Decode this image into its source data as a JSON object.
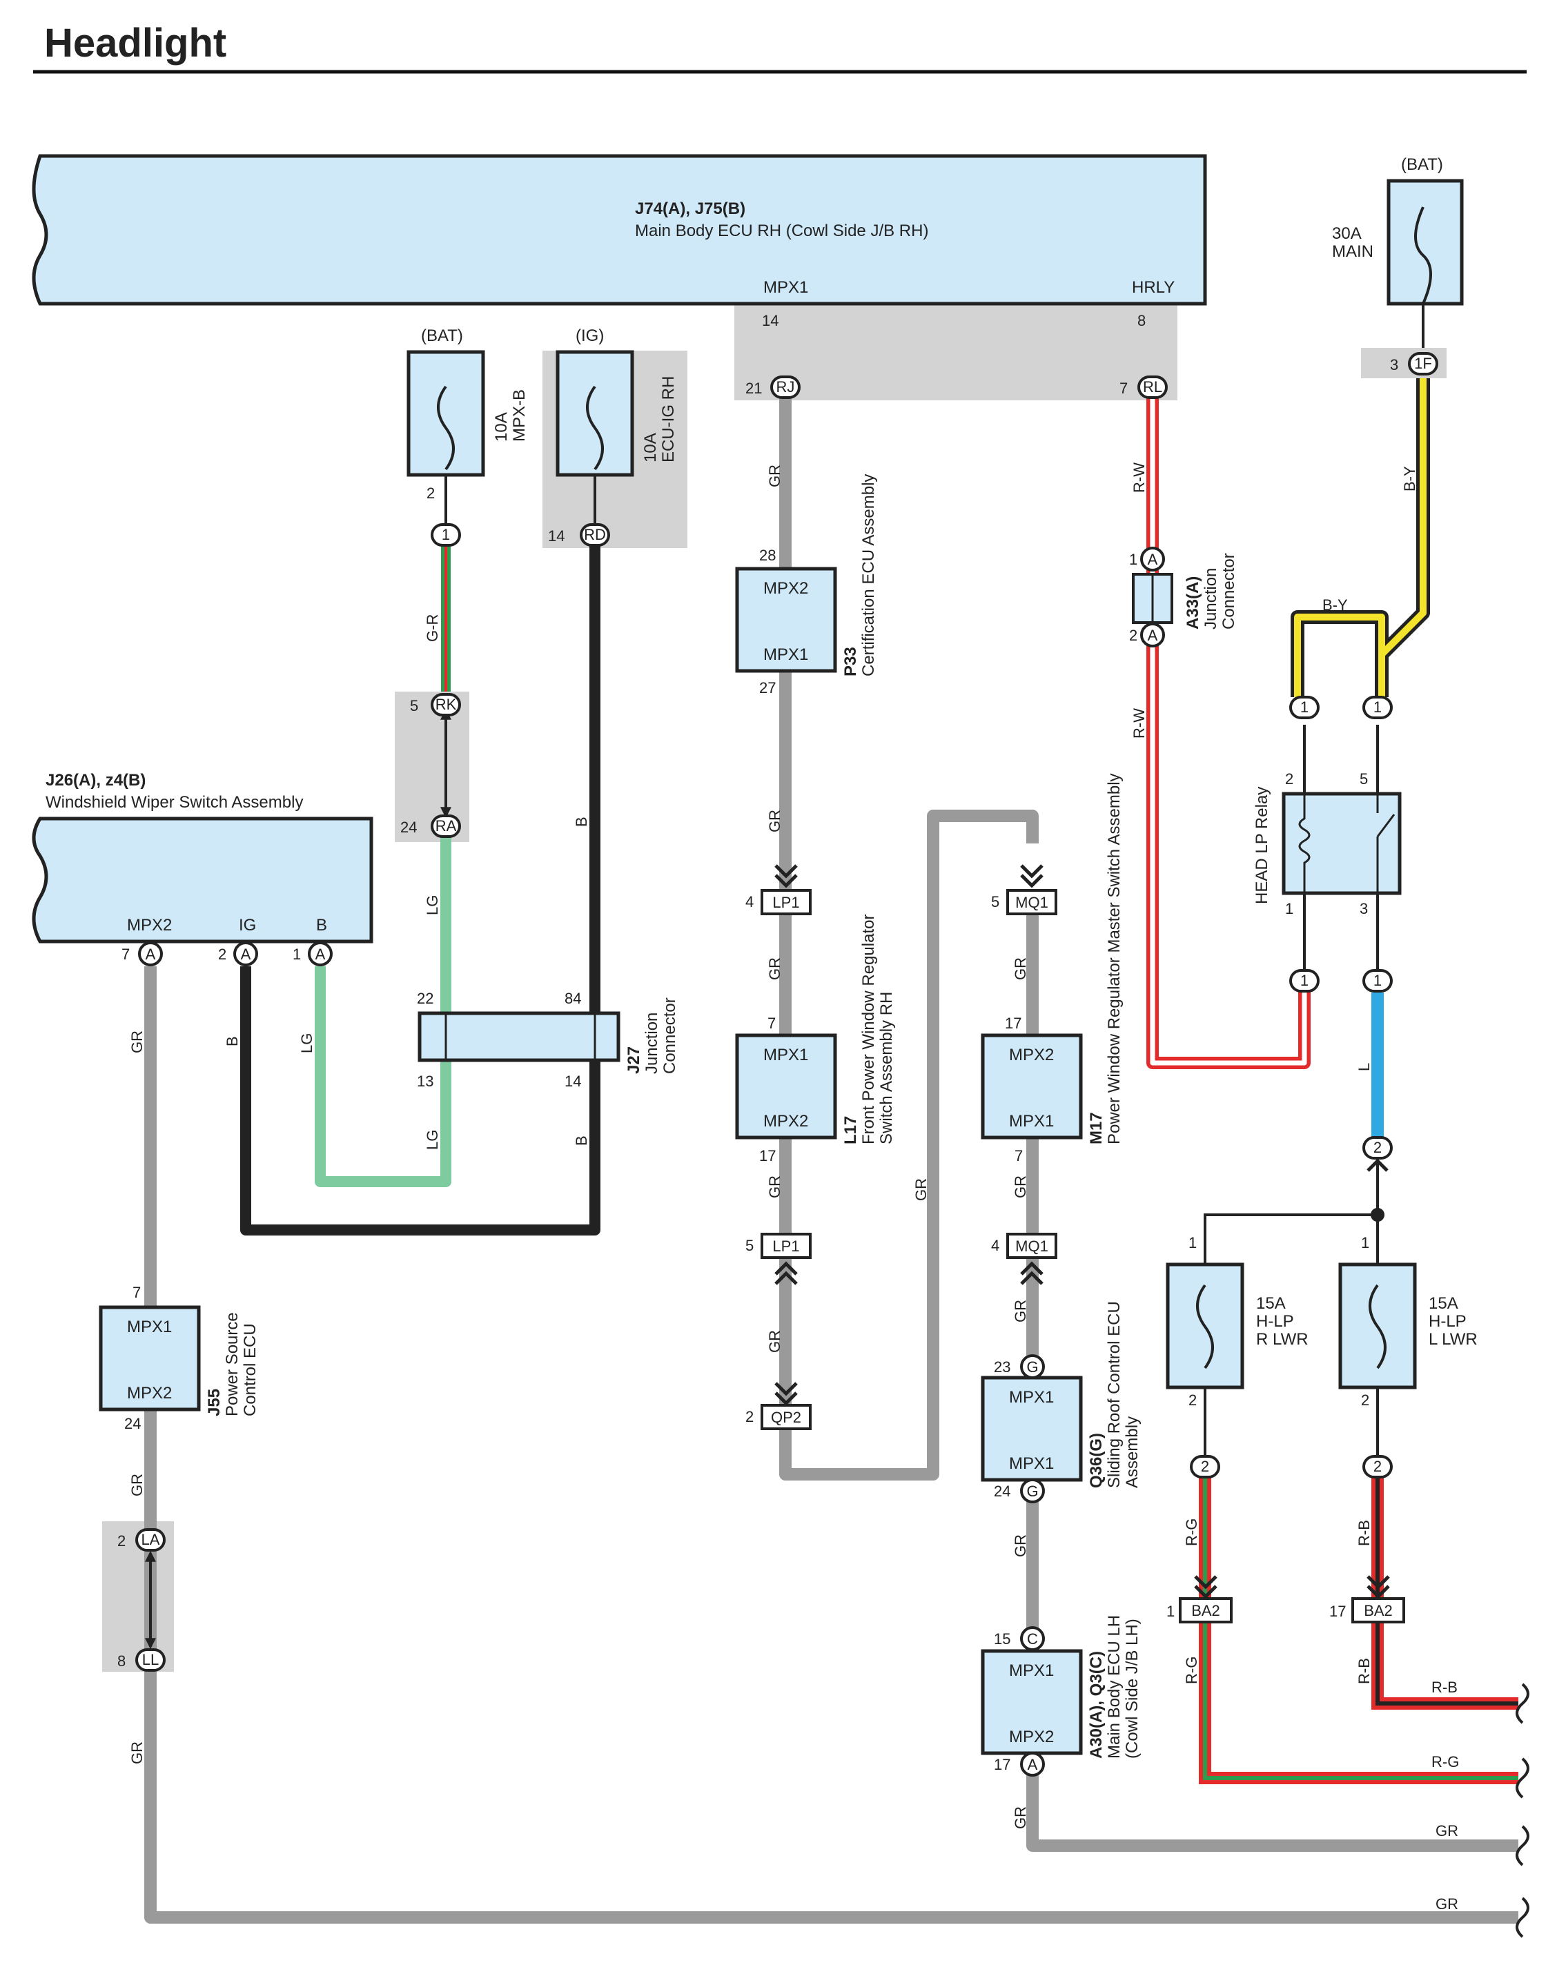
{
  "title": "Headlight",
  "colors": {
    "box_fill": "#cfe9f8",
    "grey_box": "#d3d3d3",
    "wire_gray": "#9a9a9a",
    "wire_black": "#222222",
    "wire_red": "#e32b2b",
    "wire_green": "#2e9b4e",
    "wire_lightgreen": "#7fcba0",
    "wire_yellow": "#f3e32a",
    "wire_blue": "#2ea9e2"
  },
  "components": {
    "main_ecu_rh": {
      "id": "J74(A), J75(B)",
      "name": "Main Body ECU RH (Cowl Side J/B RH)",
      "pin_mpx1": "MPX1",
      "pin_hrly": "HRLY"
    },
    "wiper_switch": {
      "id": "J26(A), z4(B)",
      "name": "Windshield Wiper Switch Assembly",
      "pin_mpx2": "MPX2",
      "pin_ig": "IG",
      "pin_b": "B"
    },
    "fuse_main": {
      "source": "(BAT)",
      "rating": "30A",
      "name": "MAIN"
    },
    "fuse_mpxb": {
      "source": "(BAT)",
      "rating": "10A",
      "name": "MPX-B"
    },
    "fuse_ecuig": {
      "source": "(IG)",
      "rating": "10A",
      "name": "ECU-IG RH"
    },
    "cert_ecu": {
      "id": "P33",
      "name": "Certification ECU Assembly",
      "pin_top": "MPX2",
      "pin_bottom": "MPX1"
    },
    "front_pw_switch": {
      "id": "L17",
      "name_line1": "Front Power Window Regulator",
      "name_line2": "Switch Assembly RH",
      "pin_top": "MPX1",
      "pin_bottom": "MPX2"
    },
    "master_pw_switch": {
      "id": "M17",
      "name": "Power Window Regulator Master Switch Assembly",
      "pin_top": "MPX2",
      "pin_bottom": "MPX1"
    },
    "sliding_roof": {
      "id": "Q36(G)",
      "name_line1": "Sliding Roof Control ECU",
      "name_line2": "Assembly",
      "pin_top": "MPX1",
      "pin_bottom": "MPX1"
    },
    "main_ecu_lh": {
      "id": "A30(A), Q3(C)",
      "name_line1": "Main Body ECU LH",
      "name_line2": "(Cowl Side J/B LH)",
      "pin_top": "MPX1",
      "pin_bottom": "MPX2"
    },
    "power_source_ecu": {
      "id": "J55",
      "name_line1": "Power Source",
      "name_line2": "Control ECU",
      "pin_top": "MPX1",
      "pin_bottom": "MPX2"
    },
    "junction_j27": {
      "id": "J27",
      "name_line1": "Junction",
      "name_line2": "Connector"
    },
    "junction_a33": {
      "id": "A33(A)",
      "name_line1": "Junction",
      "name_line2": "Connector"
    },
    "relay": {
      "name": "HEAD LP Relay"
    },
    "fuse_r_lwr": {
      "rating": "15A",
      "name1": "H-LP",
      "name2": "R LWR"
    },
    "fuse_l_lwr": {
      "rating": "15A",
      "name1": "H-LP",
      "name2": "L LWR"
    }
  },
  "wire_labels": {
    "gr": "GR",
    "b": "B",
    "lg": "LG",
    "gr_red": "G-R",
    "rw": "R-W",
    "by": "B-Y",
    "l": "L",
    "rg": "R-G",
    "rb": "R-B"
  },
  "connectors": {
    "rj": "RJ",
    "rl": "RL",
    "rd": "RD",
    "rk": "RK",
    "ra": "RA",
    "lp1": "LP1",
    "mq1": "MQ1",
    "qp2": "QP2",
    "ba2": "BA2",
    "la": "LA",
    "ll": "LL",
    "f1": "1F",
    "a": "A",
    "c": "C",
    "g": "G",
    "n1": "1",
    "n2": "2"
  },
  "pins": {
    "p1": "1",
    "p2": "2",
    "p3": "3",
    "p4": "4",
    "p5": "5",
    "p7": "7",
    "p8": "8",
    "p13": "13",
    "p14": "14",
    "p15": "15",
    "p17": "17",
    "p21": "21",
    "p22": "22",
    "p23": "23",
    "p24": "24",
    "p27": "27",
    "p28": "28",
    "p84": "84"
  }
}
